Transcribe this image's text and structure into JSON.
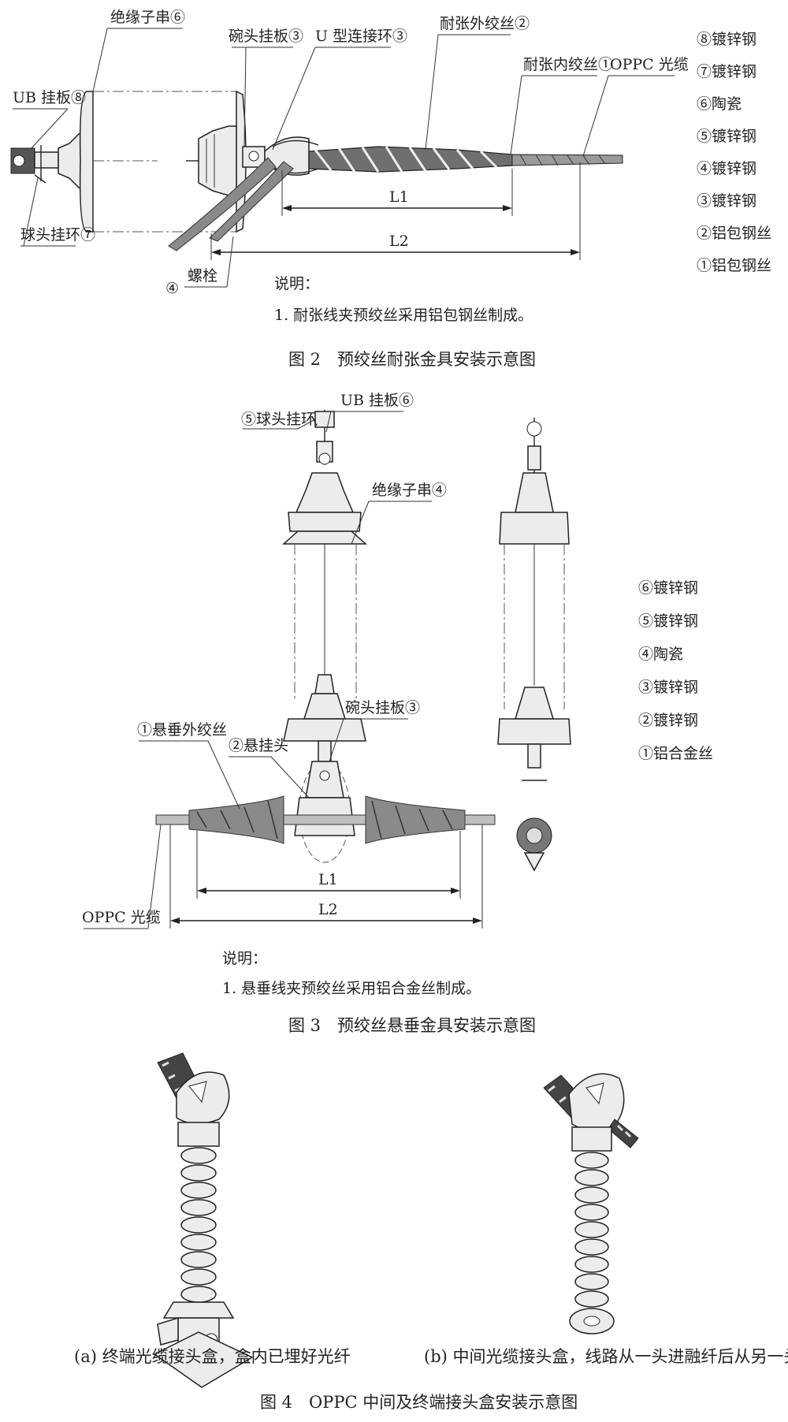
{
  "figure2": {
    "labels": {
      "insulator": "绝缘子串⑥",
      "socket_clevis": "碗头挂板③",
      "u_shackle": "U 型连接环③",
      "outer_wire": "耐张外绞丝②",
      "inner_wire": "耐张内绞丝①",
      "oppc": "OPPC 光缆",
      "ub": "UB 挂板⑧",
      "ball_eye": "球头挂环⑦",
      "bolt": "螺栓",
      "bolt_num": "④",
      "L1": "L1",
      "L2": "L2"
    },
    "materials": [
      "⑧镀锌钢",
      "⑦镀锌钢",
      "⑥陶瓷",
      "⑤镀锌钢",
      "④镀锌钢",
      "③镀锌钢",
      "②铝包钢丝",
      "①铝包钢丝"
    ],
    "note_title": "说明：",
    "note_line": "1. 耐张线夹预绞丝采用铝包钢丝制成。",
    "caption": "图 2　预绞丝耐张金具安装示意图"
  },
  "figure3": {
    "labels": {
      "ball_eye": "⑤球头挂环",
      "ub": "UB 挂板⑥",
      "insulator": "绝缘子串④",
      "socket_clevis": "碗头挂板③",
      "outer_wire": "①悬垂外绞丝",
      "clamp": "②悬挂头",
      "oppc": "OPPC 光缆",
      "L1": "L1",
      "L2": "L2"
    },
    "materials": [
      "⑥镀锌钢",
      "⑤镀锌钢",
      "④陶瓷",
      "③镀锌钢",
      "②镀锌钢",
      "①铝合金丝"
    ],
    "note_title": "说明：",
    "note_line": "1. 悬垂线夹预绞丝采用铝合金丝制成。",
    "caption": "图 3　预绞丝悬垂金具安装示意图"
  },
  "figure4": {
    "caption_a": "(a) 终端光缆接头盒，盒内已埋好光纤",
    "caption_b": "(b) 中间光缆接头盒，线路从一头进融纤后从另一头出",
    "caption": "图 4　OPPC 中间及终端接头盒安装示意图"
  }
}
